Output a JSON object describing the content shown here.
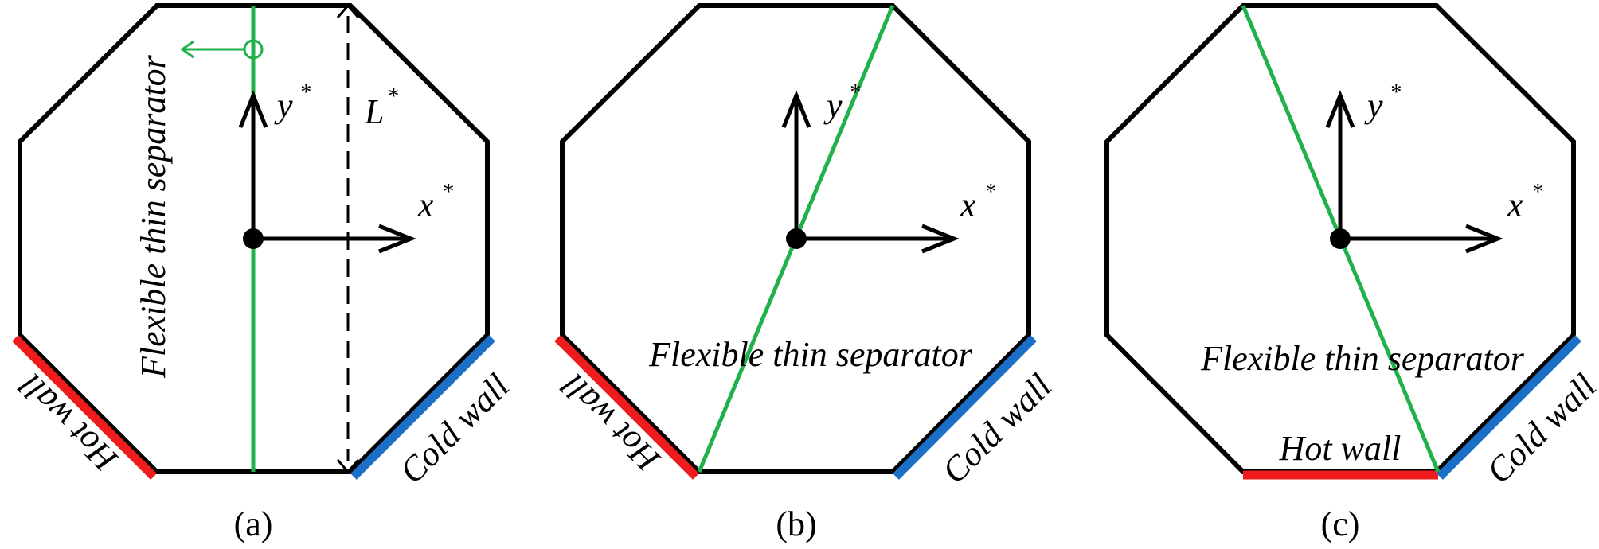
{
  "colors": {
    "outline": "#000000",
    "separator": "#1fb24a",
    "hot": "#ee1c1c",
    "cold": "#1b6fc6"
  },
  "panels": [
    {
      "caption": "(a)",
      "x_axis": "x",
      "y_axis": "y",
      "axis_star": "*",
      "separator_label": "Flexible thin separator",
      "hot_label": "Hot wall",
      "cold_label": "Cold wall",
      "length_label": "L",
      "length_star": "*"
    },
    {
      "caption": "(b)",
      "x_axis": "x",
      "y_axis": "y",
      "axis_star": "*",
      "separator_label": "Flexible thin separator",
      "hot_label": "Hot wall",
      "cold_label": "Cold wall"
    },
    {
      "caption": "(c)",
      "x_axis": "x",
      "y_axis": "y",
      "axis_star": "*",
      "separator_label": "Flexible thin separator",
      "hot_label": "Hot wall",
      "cold_label": "Cold wall"
    }
  ]
}
